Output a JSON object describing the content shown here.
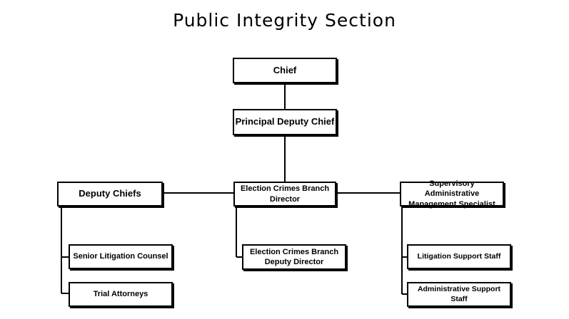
{
  "title": "Public Integrity Section",
  "nodes": {
    "chief": "Chief",
    "principal_deputy_chief": "Principal Deputy Chief",
    "deputy_chiefs": "Deputy Chiefs",
    "election_crimes_director": [
      "Election Crimes Branch",
      "Director"
    ],
    "supervisory_admin": [
      "Supervisory Administrative",
      "Management Specialist"
    ],
    "senior_litigation_counsel": "Senior Litigation Counsel",
    "trial_attorneys": "Trial Attorneys",
    "election_crimes_deputy": [
      "Election Crimes Branch",
      "Deputy Director"
    ],
    "litigation_support_staff": "Litigation Support Staff",
    "admin_support_staff": [
      "Administrative Support",
      "Staff"
    ]
  }
}
